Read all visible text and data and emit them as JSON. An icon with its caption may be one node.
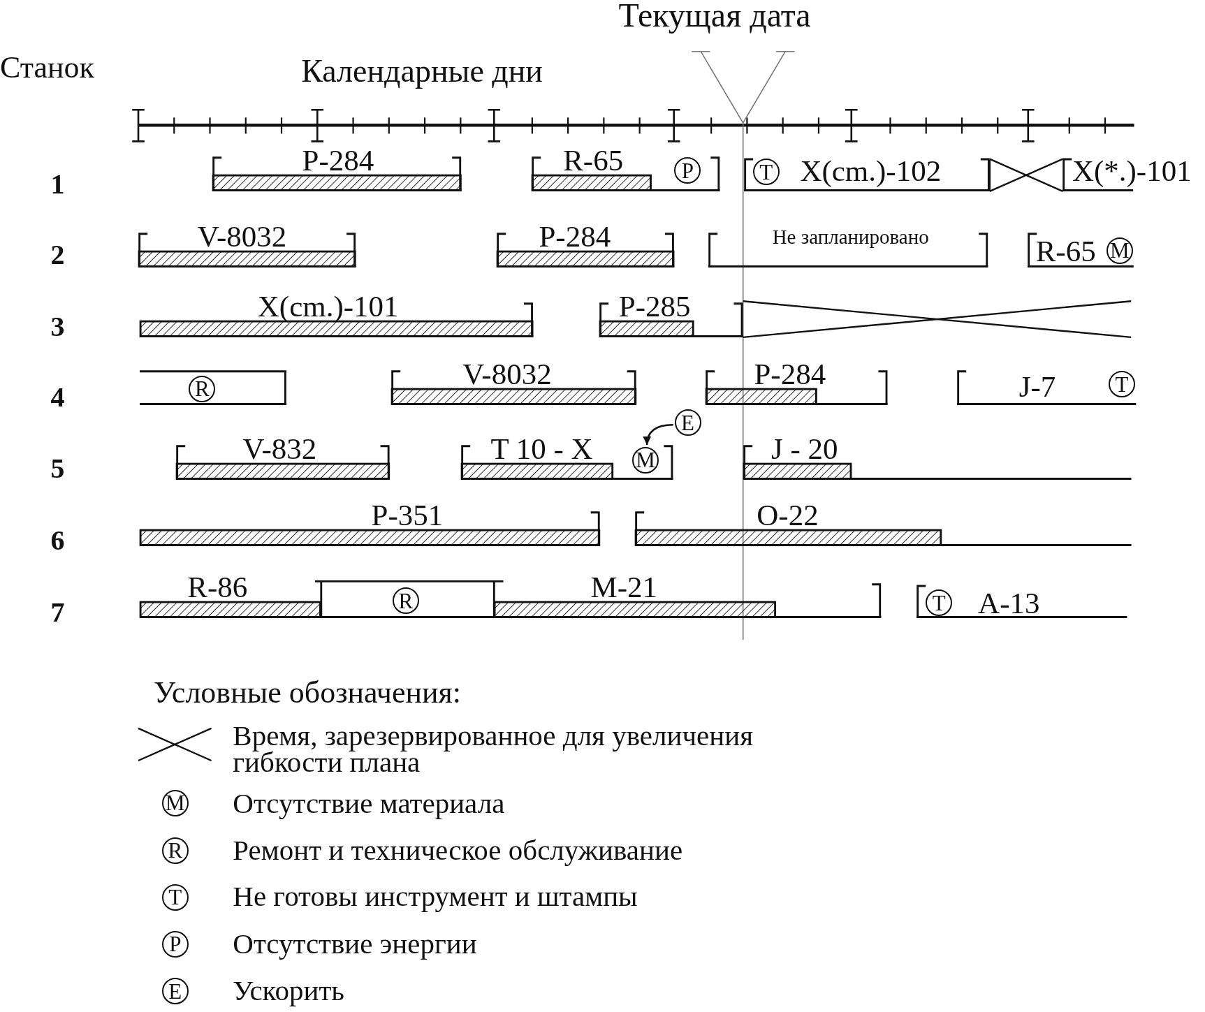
{
  "diagram": {
    "nodes": [
      {
        "text": [
          "P-284"
        ]
      },
      {
        "text": [
          "R-65"
        ]
      },
      {
        "text": [
          "P"
        ],
        "in": 1
      },
      {
        "text": [
          "X(cm.)-102"
        ]
      },
      {
        "text": [
          "T"
        ],
        "in": 3
      },
      {
        "text": [
          "X(*.)-101"
        ]
      },
      {
        "text": [
          "V-8032"
        ]
      },
      {
        "text": [
          "P-284"
        ]
      },
      {
        "text": [
          "Не запланировано"
        ]
      },
      {
        "text": [
          "R-65"
        ]
      },
      {
        "text": [
          "M"
        ],
        "in": 9
      },
      {
        "text": [
          "X(cm.)-101"
        ]
      },
      {
        "text": [
          "P-285"
        ]
      },
      {
        "text": [],
        "shape": "box"
      },
      {
        "text": [
          "R"
        ],
        "in": 13
      },
      {
        "text": [
          "V-8032"
        ]
      },
      {
        "text": [
          "P-284"
        ]
      },
      {
        "text": [
          "J-7"
        ]
      },
      {
        "text": [
          "T"
        ],
        "in": 17
      },
      {
        "text": [
          "E"
        ]
      },
      {
        "text": [
          "V-832"
        ]
      },
      {
        "text": [
          "T 10 - X"
        ]
      },
      {
        "text": [
          "M"
        ],
        "in": 21
      },
      {
        "text": [
          "J - 20"
        ]
      },
      {
        "text": [
          "P-351"
        ]
      },
      {
        "text": [
          "O-22"
        ]
      },
      {
        "text": [
          "R-86"
        ]
      },
      {
        "text": [],
        "shape": "box"
      },
      {
        "text": [
          "R"
        ],
        "in": 27
      },
      {
        "text": [
          "M-21"
        ]
      },
      {
        "text": [
          "A-13"
        ]
      },
      {
        "text": [
          "T"
        ],
        "in": 30
      },
      {
        "text": [
          "M"
        ]
      },
      {
        "text": [
          "R"
        ]
      },
      {
        "text": [
          "T"
        ]
      },
      {
        "text": [
          "P"
        ]
      },
      {
        "text": [
          "E"
        ]
      }
    ],
    "edges": [
      {
        "from": 19,
        "to": 22,
        "arrow": "to"
      }
    ],
    "labels": [
      "Станок",
      "Календарные дни",
      "Текущая дата",
      "1",
      "2",
      "3",
      "4",
      "5",
      "6",
      "7",
      "Условные обозначения:"
    ],
    "legend": [
      {
        "text": "Время, зарезервированное для увеличения гибкости плана"
      },
      {
        "text": "Отсутствие материала"
      },
      {
        "text": "Ремонт и техническое обслуживание"
      },
      {
        "text": "Не готовы инструмент и штампы"
      },
      {
        "text": "Отсутствие энергии"
      },
      {
        "text": "Ускорить"
      }
    ]
  }
}
